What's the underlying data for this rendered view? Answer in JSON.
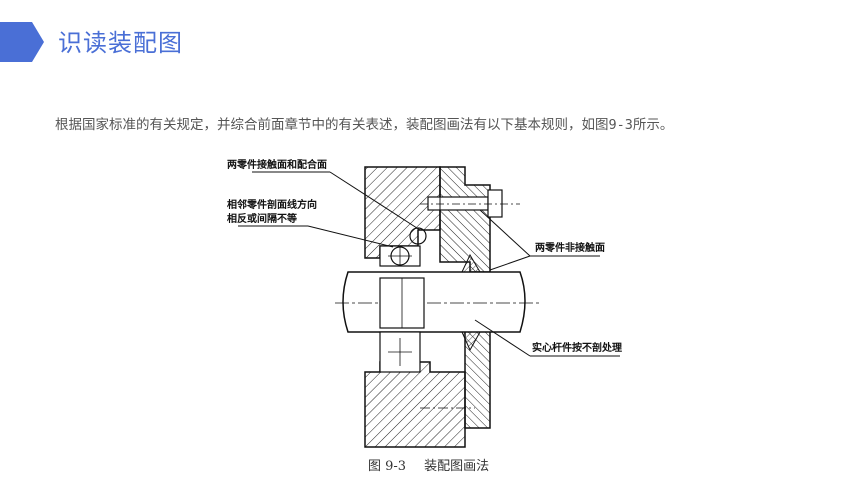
{
  "header": {
    "title": "识读装配图"
  },
  "body": {
    "paragraph": "根据国家标准的有关规定，并综合前面章节中的有关表述，装配图画法有以下基本规则，如图9-3所示。"
  },
  "figure": {
    "labels": {
      "contact_surface": "两零件接触面和配合面",
      "hatch_line1": "相邻零件剖面线方向",
      "hatch_line2": "相反或间隔不等",
      "non_contact": "两零件非接触面",
      "solid_rod": "实心杆件按不剖处理"
    },
    "caption": {
      "number": "图 9-3",
      "title": "装配图画法"
    }
  },
  "colors": {
    "accent": "#4a6fd6"
  }
}
